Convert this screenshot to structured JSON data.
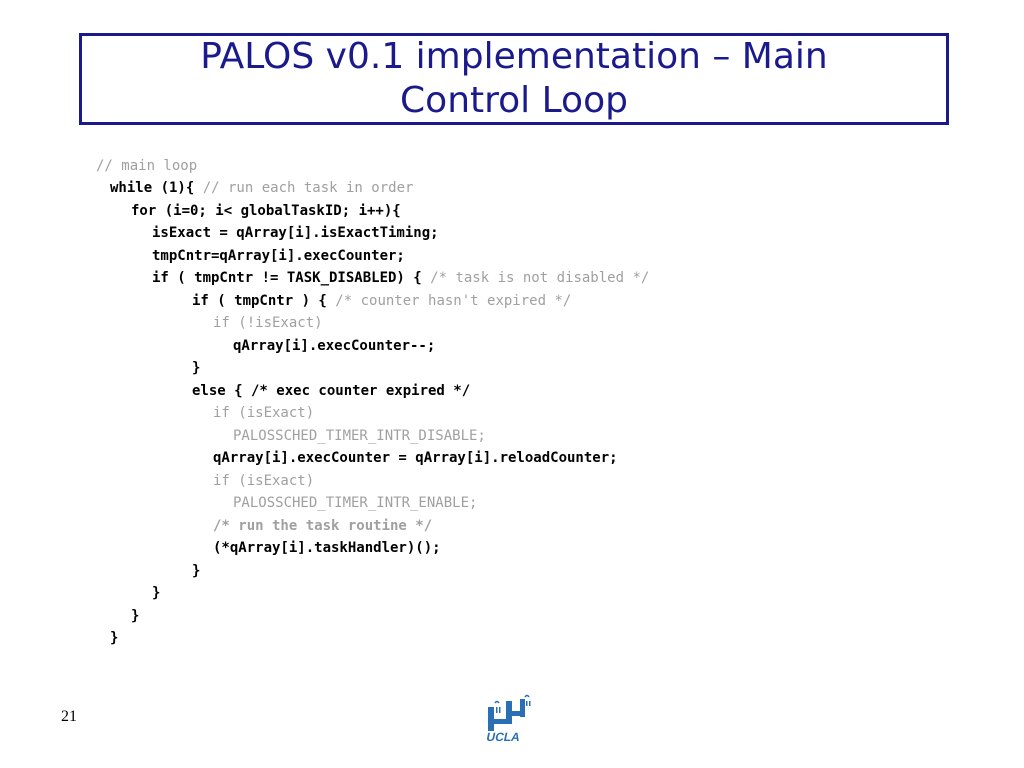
{
  "slide": {
    "title": "PALOS v0.1 implementation – Main Control Loop",
    "page_number": "21",
    "logo_text": "UCLA",
    "colors": {
      "title": "#1a1a8c",
      "code": "#000000",
      "comment": "#a0a0a0"
    }
  },
  "code": {
    "l01": "// main loop",
    "l02a": "while (1){ ",
    "l02b": "// run each task in order",
    "l03": "for (i=0; i< globalTaskID; i++){",
    "l04": "isExact = qArray[i].isExactTiming;",
    "l05": "tmpCntr=qArray[i].execCounter;",
    "l06a": "if ( tmpCntr != TASK_DISABLED) { ",
    "l06b": "/* task is not disabled */",
    "l07a": "if ( tmpCntr ) { ",
    "l07b": "/* counter hasn't expired */",
    "l08": "if (!isExact)",
    "l09": "qArray[i].execCounter--;",
    "l10": "}",
    "l11": "else { /* exec counter expired */",
    "l12": "if (isExact)",
    "l13": "PALOSSCHED_TIMER_INTR_DISABLE;",
    "l14": "qArray[i].execCounter = qArray[i].reloadCounter;",
    "l15": "if (isExact)",
    "l16": "PALOSSCHED_TIMER_INTR_ENABLE;",
    "l17": "/* run the task routine */",
    "l18": "(*qArray[i].taskHandler)();",
    "l19": "}",
    "l20": "}",
    "l21": "}",
    "l22": "}"
  }
}
